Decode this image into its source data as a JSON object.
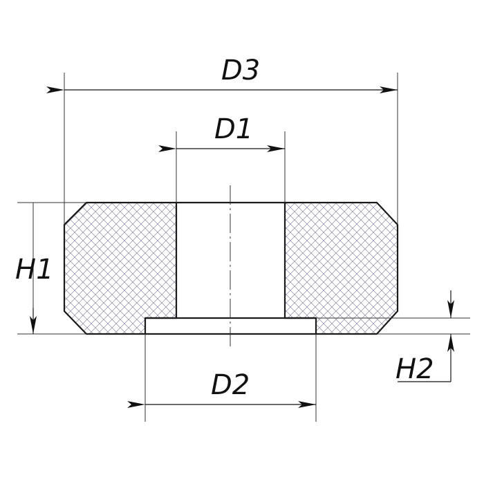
{
  "labels": {
    "d3": "D3",
    "d1": "D1",
    "d2": "D2",
    "h1": "H1",
    "h2": "H2"
  },
  "colors": {
    "line": "#1a1a1a",
    "hatch": "#8a8aa0"
  }
}
